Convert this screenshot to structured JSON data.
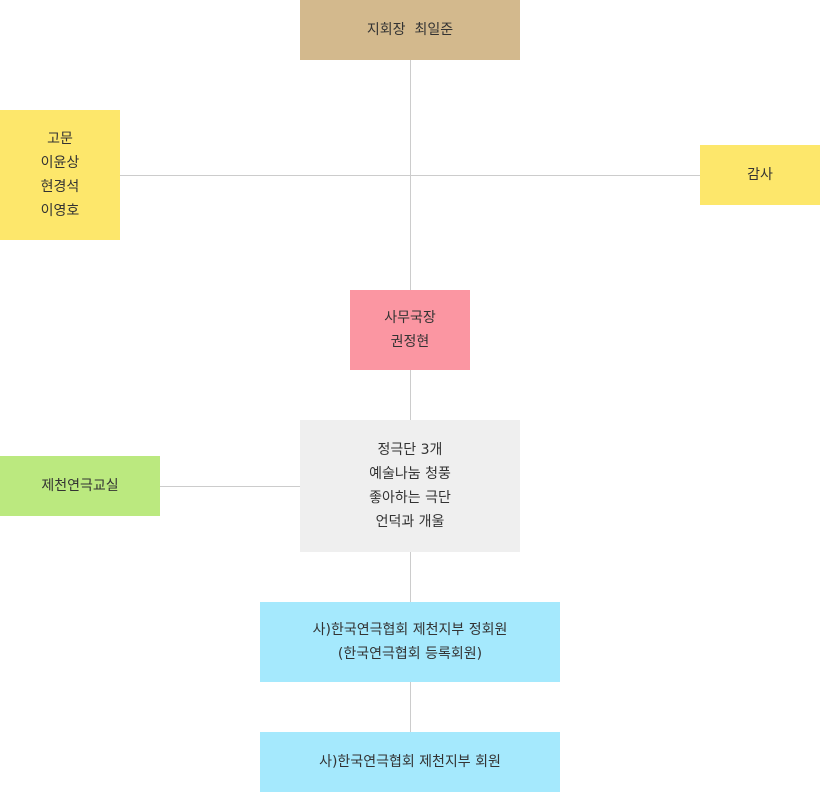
{
  "colors": {
    "line": "#cccccc",
    "text": "#333333",
    "president": "#d3b98d",
    "advisor": "#fde76b",
    "auditor": "#fde76b",
    "secretary": "#fb96a2",
    "troupes": "#efefef",
    "class": "#bbe97f",
    "regular": "#a5e9fd",
    "member": "#a5e9fd"
  },
  "nodes": {
    "president": {
      "lines": [
        "지회장  최일준"
      ]
    },
    "advisor": {
      "lines": [
        "고문",
        "이윤상",
        "현경석",
        "이영호"
      ]
    },
    "auditor": {
      "lines": [
        "감사"
      ]
    },
    "secretary": {
      "lines": [
        "사무국장",
        "권정현"
      ]
    },
    "troupes": {
      "lines": [
        "정극단 3개",
        "예술나눔 청풍",
        "좋아하는 극단",
        "언덕과 개울"
      ]
    },
    "class": {
      "lines": [
        "제천연극교실"
      ]
    },
    "regular": {
      "lines": [
        "사)한국연극협회 제천지부 정회원",
        "(한국연극협회 등록회원)"
      ]
    },
    "member": {
      "lines": [
        "사)한국연극협회 제천지부 회원"
      ]
    }
  }
}
